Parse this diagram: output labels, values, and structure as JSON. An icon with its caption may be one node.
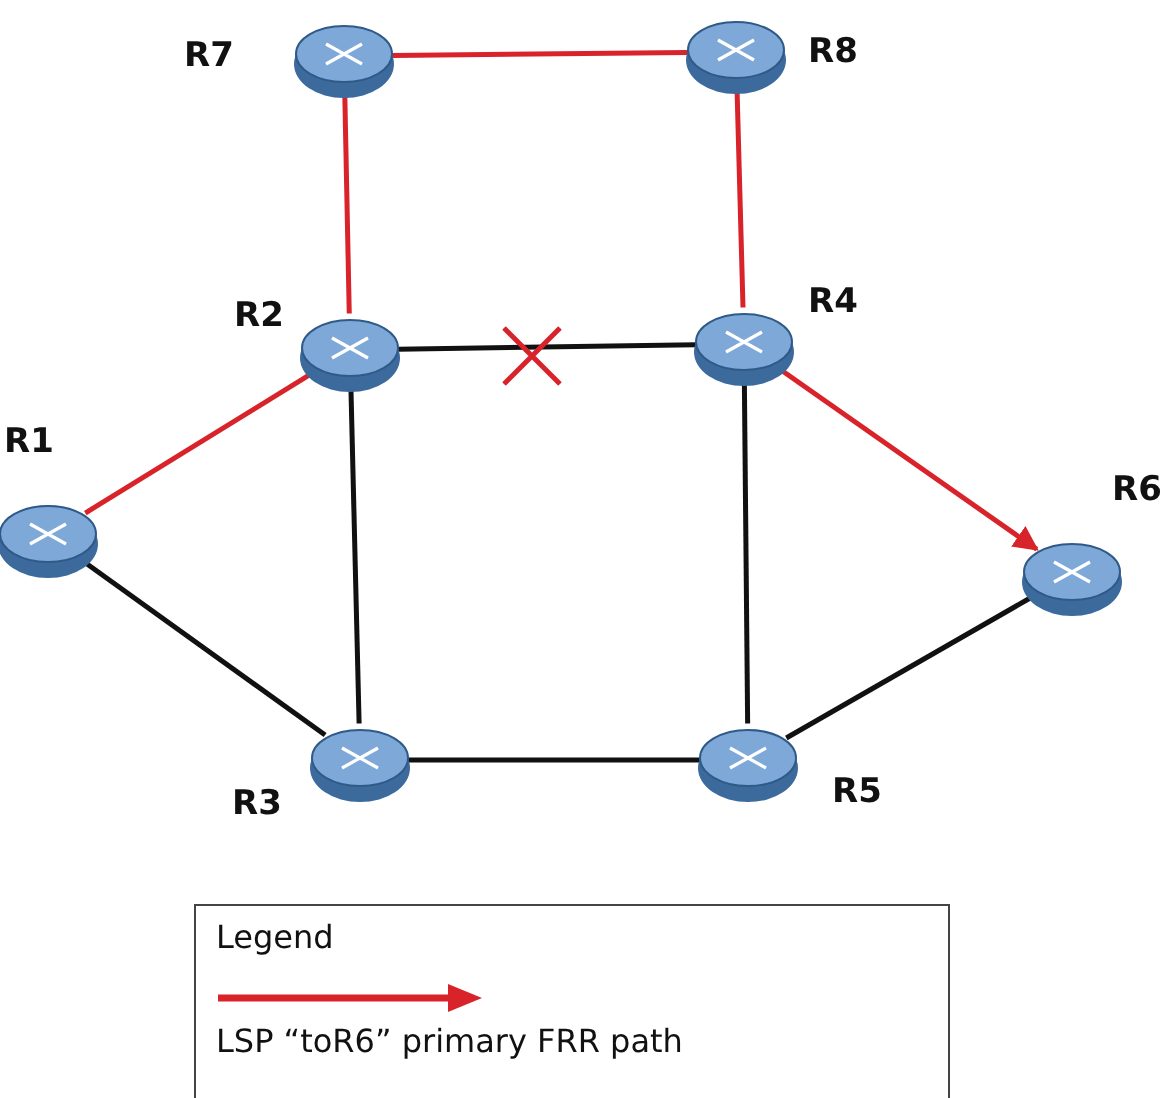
{
  "diagram": {
    "nodes": [
      {
        "text": [
          "R7"
        ]
      },
      {
        "text": [
          "R8"
        ]
      },
      {
        "text": [
          "R2"
        ]
      },
      {
        "text": [
          "R4"
        ]
      },
      {
        "text": [
          "R1"
        ]
      },
      {
        "text": [
          "R6"
        ]
      },
      {
        "text": [
          "R3"
        ]
      },
      {
        "text": [
          "R5"
        ]
      }
    ],
    "edges": [
      {
        "from": 0,
        "to": 1,
        "arrow": "none",
        "color": "#d8232a"
      },
      {
        "from": 0,
        "to": 2,
        "arrow": "none",
        "color": "#d8232a"
      },
      {
        "from": 1,
        "to": 3,
        "arrow": "none",
        "color": "#d8232a"
      },
      {
        "from": 2,
        "to": 3,
        "arrow": "none"
      },
      {
        "from": 4,
        "to": 2,
        "arrow": "none",
        "color": "#d8232a"
      },
      {
        "from": 3,
        "to": 5,
        "arrow": "to",
        "color": "#d8232a"
      },
      {
        "from": 4,
        "to": 6,
        "arrow": "none"
      },
      {
        "from": 2,
        "to": 6,
        "arrow": "none"
      },
      {
        "from": 3,
        "to": 7,
        "arrow": "none"
      },
      {
        "from": 6,
        "to": 7,
        "arrow": "none"
      },
      {
        "from": 5,
        "to": 7,
        "arrow": "none"
      }
    ],
    "labels": [
      "Legend"
    ],
    "legend": [
      {
        "text": "LSP “toR6” primary FRR path"
      }
    ]
  }
}
